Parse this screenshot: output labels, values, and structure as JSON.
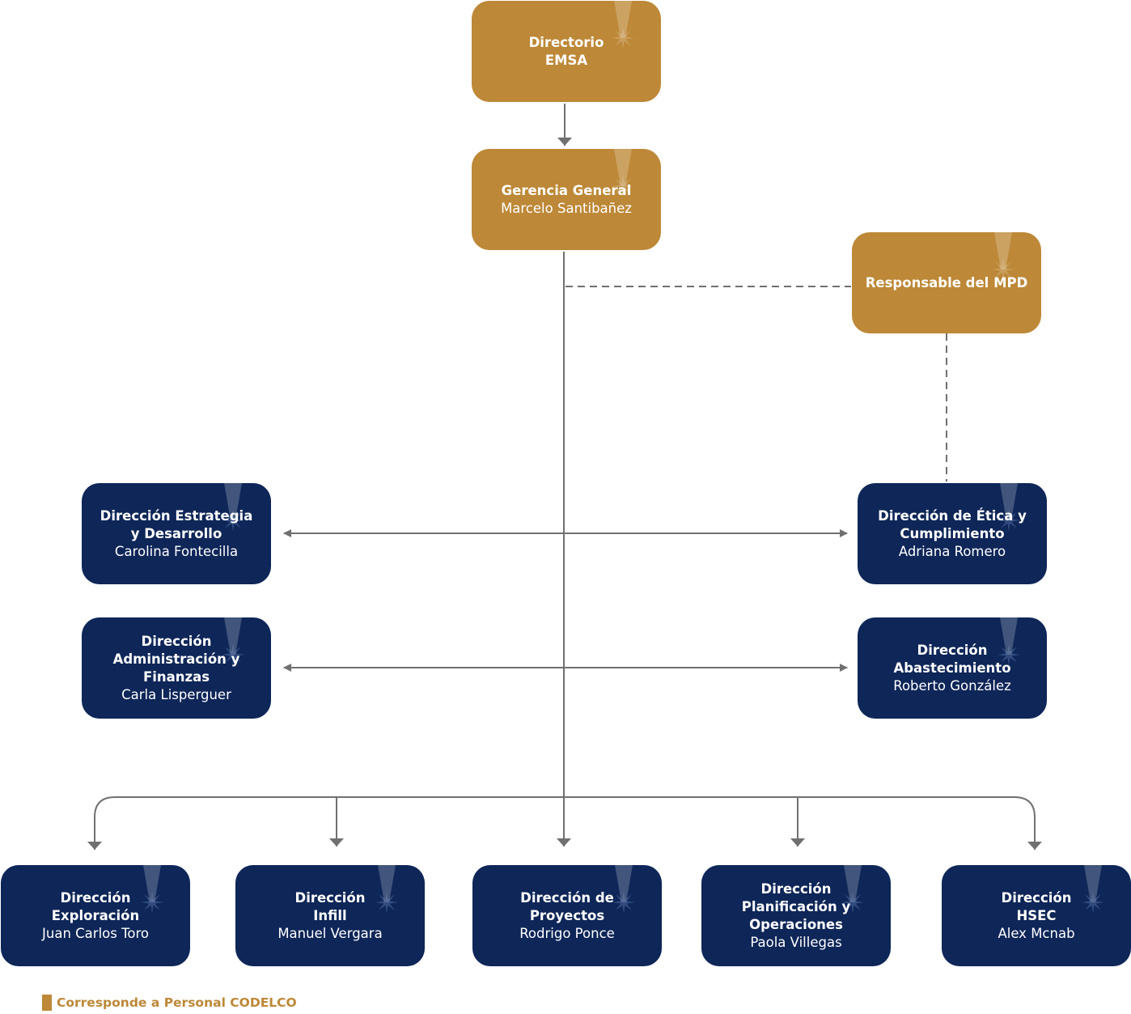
{
  "nodes": {
    "directorio": {
      "title": "Directorio EMSA",
      "person": ""
    },
    "gerencia": {
      "title": "Gerencia General",
      "person": "Marcelo Santibañez"
    },
    "mpd": {
      "title": "Responsable del MPD",
      "person": ""
    },
    "estrategia": {
      "title": "Dirección Estrategia y Desarrollo",
      "person": "Carolina Fontecilla"
    },
    "etica": {
      "title": "Dirección de Ética y Cumplimiento",
      "person": "Adriana Romero"
    },
    "administracion": {
      "title": "Dirección Administración y Finanzas",
      "person": "Carla Lisperguer"
    },
    "abastecimiento": {
      "title": "Dirección Abastecimiento",
      "person": "Roberto González"
    },
    "exploracion": {
      "title": "Dirección Exploración",
      "person": "Juan Carlos Toro"
    },
    "infill": {
      "title": "Dirección Infill",
      "person": "Manuel Vergara"
    },
    "proyectos": {
      "title": "Dirección de Proyectos",
      "person": "Rodrigo Ponce"
    },
    "planificacion": {
      "title": "Dirección Planificación y Operaciones",
      "person": "Paola Villegas"
    },
    "hsec": {
      "title": "Dirección HSEC",
      "person": "Alex Mcnab"
    }
  },
  "legend": {
    "label": "Corresponde a Personal CODELCO"
  },
  "colors": {
    "codelco": "#bd8837",
    "emsa": "#0e2658",
    "connector": "#707070"
  }
}
